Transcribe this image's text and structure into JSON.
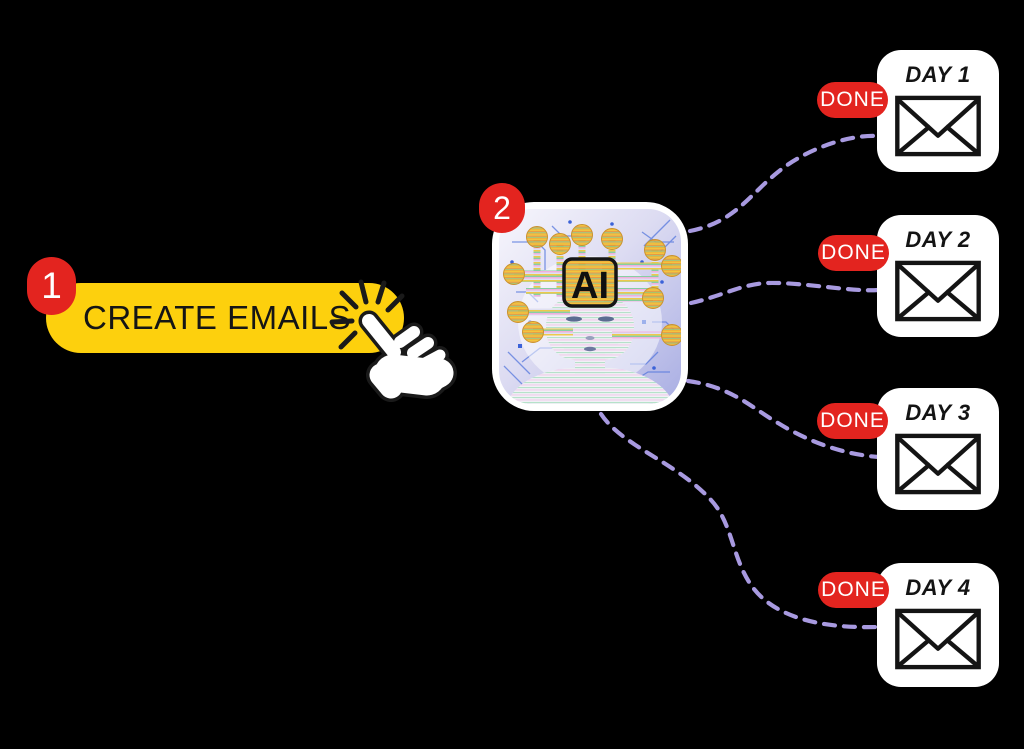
{
  "colors": {
    "background": "#000000",
    "badge_red": "#e3241f",
    "button_yellow": "#fdd00d",
    "connector_purple": "#a89ae0",
    "card_white": "#ffffff",
    "text_dark": "#141414",
    "badge_text": "#ffffff"
  },
  "step1": {
    "badge": "1",
    "button_label": "CREATE EMAILS",
    "icon": "click-hand-icon"
  },
  "step2": {
    "badge": "2",
    "chip_label": "AI",
    "illustration": "ai-robot-circuit-illustration"
  },
  "emails": [
    {
      "title": "DAY 1",
      "status": "DONE",
      "icon": "envelope-icon"
    },
    {
      "title": "DAY 2",
      "status": "DONE",
      "icon": "envelope-icon"
    },
    {
      "title": "DAY 3",
      "status": "DONE",
      "icon": "envelope-icon"
    },
    {
      "title": "DAY 4",
      "status": "DONE",
      "icon": "envelope-icon"
    }
  ]
}
